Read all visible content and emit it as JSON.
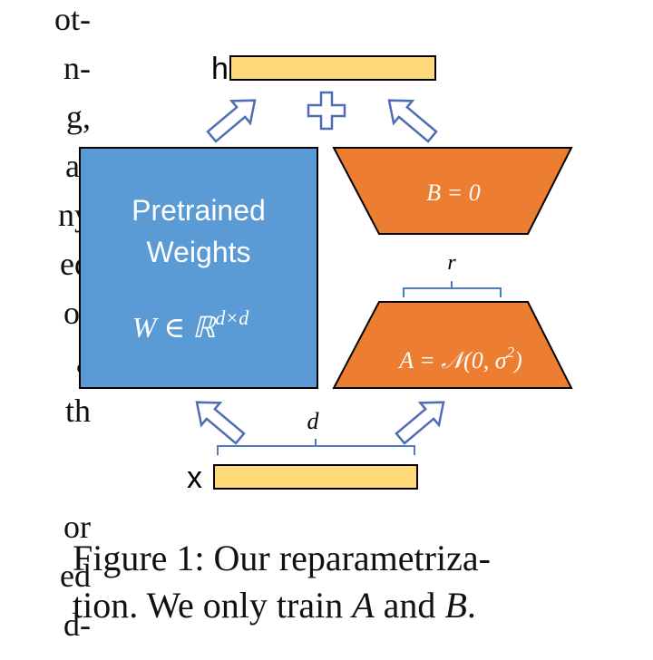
{
  "left_column": {
    "upper_fragments": [
      "ot-",
      "n-",
      "g,",
      "a-",
      "ny",
      "ed",
      "or",
      "a",
      "th"
    ],
    "lower_fragments": [
      "or",
      "ed",
      "d-"
    ]
  },
  "diagram": {
    "output_label": "h",
    "input_label": "x",
    "plus_symbol": "+",
    "pretrained_title_line1": "Pretrained",
    "pretrained_title_line2": "Weights",
    "pretrained_formula": "W ∈ ℝ",
    "pretrained_formula_sup": "d×d",
    "b_label": "B = 0",
    "a_label_main": "A = 𝒩(0, σ",
    "a_label_sup": "2",
    "a_label_end": ")",
    "r_label": "r",
    "d_label": "d",
    "colors": {
      "pretrained_fill": "#5b9bd5",
      "pretrained_stroke": "#000000",
      "lowrank_fill": "#ed7d31",
      "vector_fill": "#ffd97a",
      "arrow_stroke": "#4f6db5",
      "brace_stroke": "#4f7cc0"
    }
  },
  "caption": {
    "line1": "Figure 1: Our reparametriza-",
    "line2_pre": "tion. We only train ",
    "line2_a": "A",
    "line2_mid": " and ",
    "line2_b": "B",
    "line2_end": "."
  }
}
